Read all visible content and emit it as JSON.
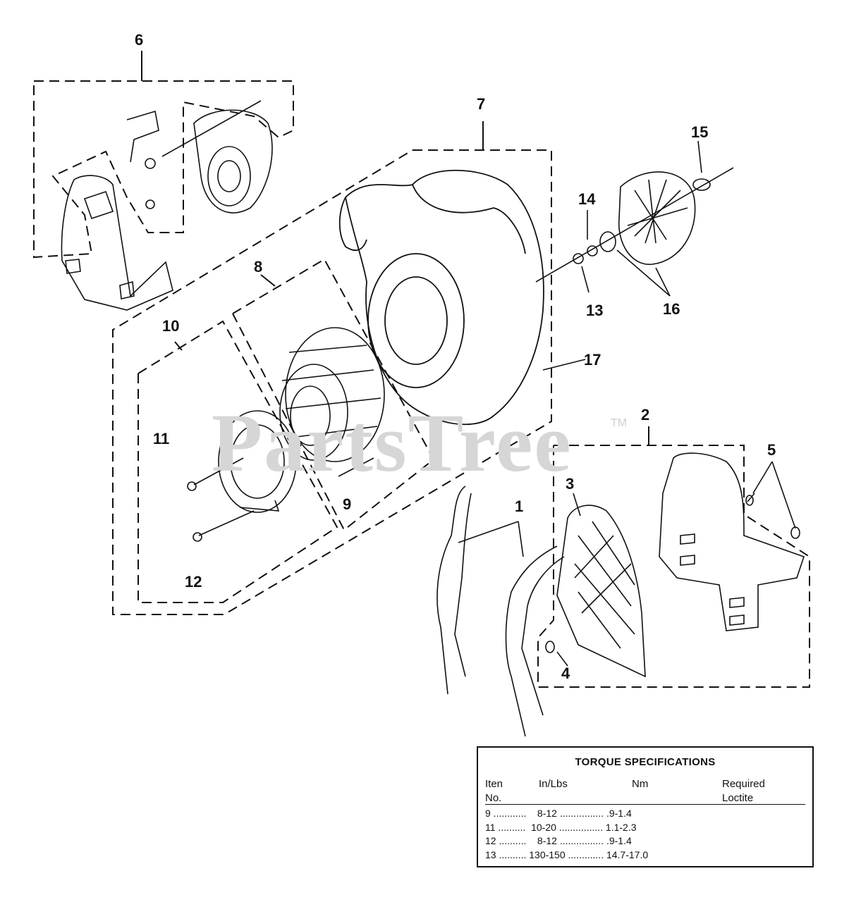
{
  "callouts": {
    "c1": "1",
    "c2": "2",
    "c3": "3",
    "c4": "4",
    "c5": "5",
    "c6": "6",
    "c7": "7",
    "c8": "8",
    "c9": "9",
    "c10": "10",
    "c11": "11",
    "c12": "12",
    "c13": "13",
    "c14": "14",
    "c15": "15",
    "c16": "16",
    "c17": "17"
  },
  "watermark": {
    "text": "PartsTree",
    "tm": "TM"
  },
  "torque_table": {
    "title": "TORQUE SPECIFICATIONS",
    "headers": {
      "item": "Iten\nNo.",
      "inlbs": "In/Lbs",
      "nm": "Nm",
      "loctite": "Required\nLoctite"
    },
    "rows": [
      "9 ............    8-12 ................ .9-1.4",
      "11 ..........  10-20 ................ 1.1-2.3",
      "12 ..........    8-12 ................ .9-1.4",
      "13 .......... 130-150 ............. 14.7-17.0"
    ]
  }
}
